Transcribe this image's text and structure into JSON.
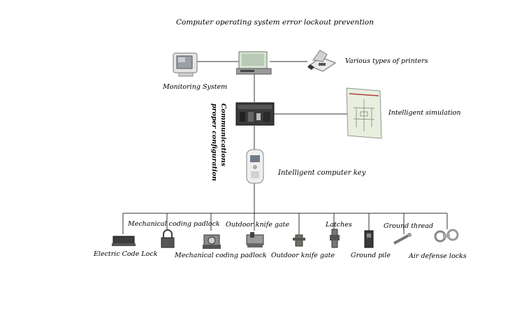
{
  "title": "Computer operating system error lockout prevention",
  "top": {
    "monitoring_system": "Monitoring System",
    "printers": "Various types of printers",
    "intelligent_simulation": "Intelligent simulation",
    "communications_line1": "Communications",
    "communications_line2": "proper configuration",
    "intelligent_key": "Intelligent computer key"
  },
  "bottom_labels": [
    "Electric Code Lock",
    "Mechanical coding padlock",
    "Mechanical coding padlock",
    "Outdoor knife gate",
    "Outdoor knife gate",
    "Latches",
    "Ground pile",
    "Ground thread",
    "Air defense locks"
  ],
  "colors": {
    "line": "#333333",
    "device_dark": "#3a3a3a",
    "device_light": "#d9d9d9",
    "panel": "#e9eedf"
  }
}
